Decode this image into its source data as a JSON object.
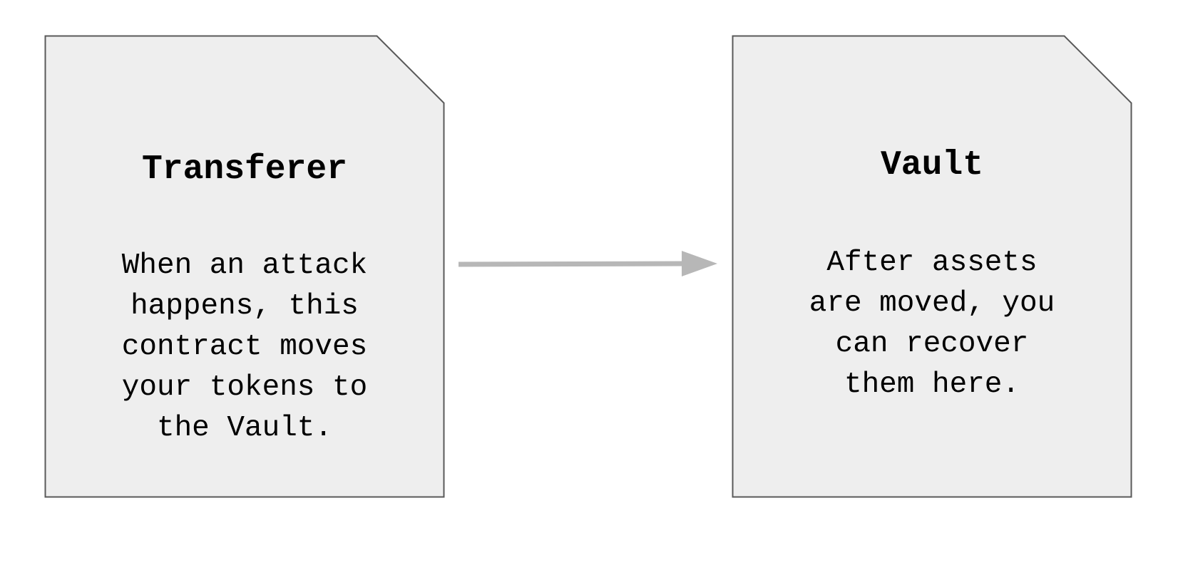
{
  "diagram": {
    "nodes": [
      {
        "id": "transferer",
        "title": "Transferer",
        "body": "When an attack\nhappens, this\ncontract moves\nyour tokens to\nthe Vault."
      },
      {
        "id": "vault",
        "title": "Vault",
        "body": "After assets\nare moved, you\ncan recover\nthem here."
      }
    ],
    "edges": [
      {
        "from": "transferer",
        "to": "vault"
      }
    ],
    "colors": {
      "card_fill": "#eeeeee",
      "card_stroke": "#595959",
      "arrow": "#b7b7b7",
      "text": "#000000"
    }
  }
}
